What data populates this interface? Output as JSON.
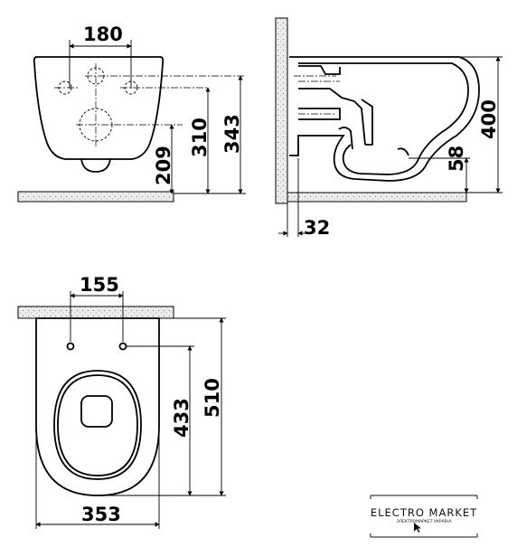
{
  "dimensions": {
    "front_hole_spacing": "180",
    "front_lower_hole_height": "209",
    "front_center_height": "310",
    "front_top_hole_height": "343",
    "side_height": "400",
    "side_outlet_height": "58",
    "side_wall_offset": "32",
    "top_hole_spacing": "155",
    "top_width": "353",
    "top_seat_length": "433",
    "top_overall_length": "510"
  },
  "logo": {
    "name": "ELECTRO MARKET",
    "tagline": "ЭЛЕКТРОМАРКЕТ.УКРАЇНА"
  }
}
